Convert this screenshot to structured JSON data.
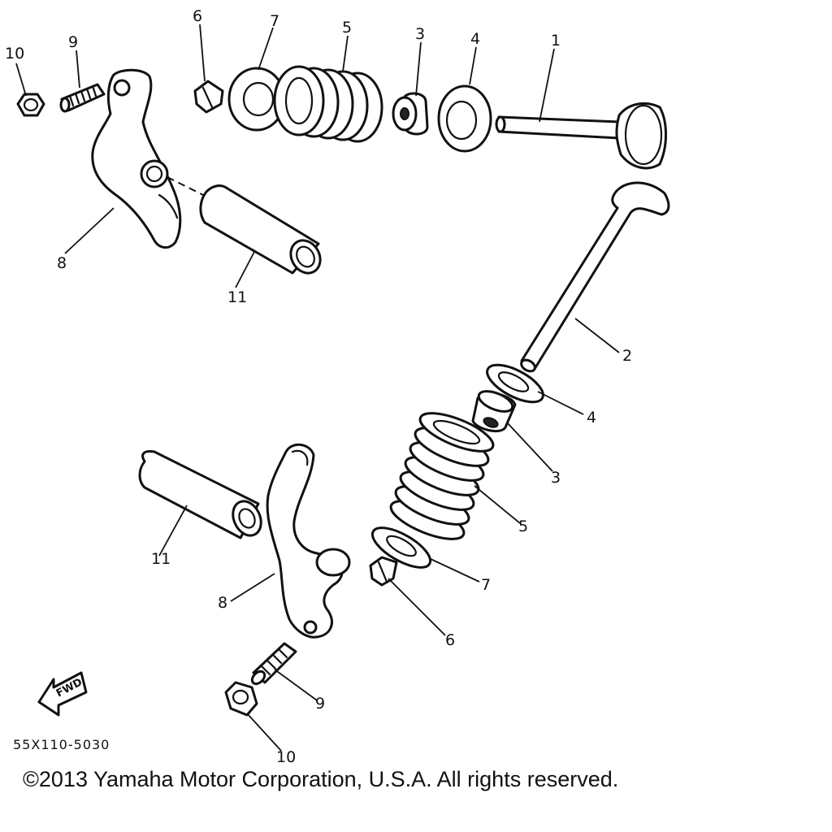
{
  "callouts": {
    "upper": {
      "p1": "1",
      "p3": "3",
      "p4": "4",
      "p5": "5",
      "p6": "6",
      "p7": "7",
      "p8": "8",
      "p9": "9",
      "p10": "10",
      "p11": "11"
    },
    "lower": {
      "p2": "2",
      "p3": "3",
      "p4": "4",
      "p5": "5",
      "p6": "6",
      "p7": "7",
      "p8": "8",
      "p9": "9",
      "p10": "10",
      "p11": "11"
    }
  },
  "fwd_label": "FWD",
  "diagram_code": "55X110-5030",
  "copyright": "©2013 Yamaha Motor Corporation, U.S.A. All rights reserved."
}
